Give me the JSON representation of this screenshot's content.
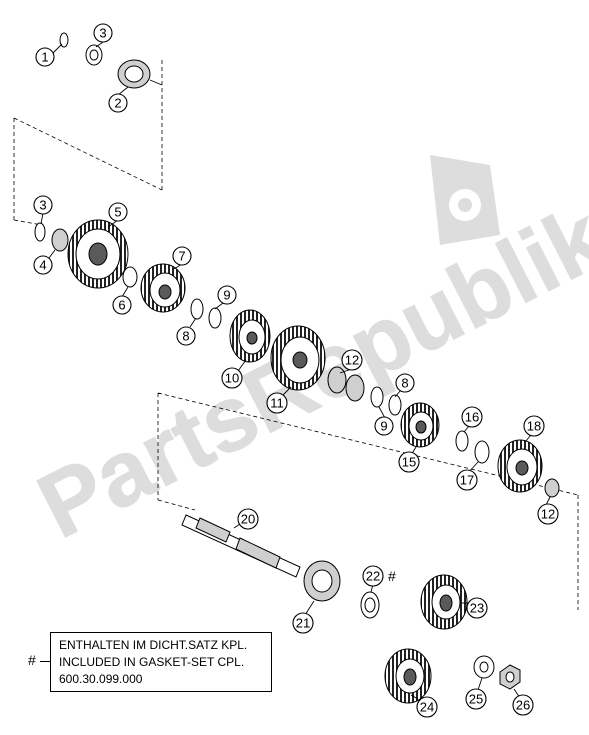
{
  "watermark": "PartsRepublik",
  "callouts": [
    {
      "id": "c1",
      "label": "1"
    },
    {
      "id": "c3a",
      "label": "3"
    },
    {
      "id": "c2",
      "label": "2"
    },
    {
      "id": "c3b",
      "label": "3"
    },
    {
      "id": "c5",
      "label": "5"
    },
    {
      "id": "c4",
      "label": "4"
    },
    {
      "id": "c7",
      "label": "7"
    },
    {
      "id": "c6",
      "label": "6"
    },
    {
      "id": "c9a",
      "label": "9"
    },
    {
      "id": "c8a",
      "label": "8"
    },
    {
      "id": "c12a",
      "label": "12"
    },
    {
      "id": "c10",
      "label": "10"
    },
    {
      "id": "c11",
      "label": "11"
    },
    {
      "id": "c8b",
      "label": "8"
    },
    {
      "id": "c9b",
      "label": "9"
    },
    {
      "id": "c16",
      "label": "16"
    },
    {
      "id": "c18",
      "label": "18"
    },
    {
      "id": "c15",
      "label": "15"
    },
    {
      "id": "c17",
      "label": "17"
    },
    {
      "id": "c12b",
      "label": "12"
    },
    {
      "id": "c20",
      "label": "20"
    },
    {
      "id": "c22",
      "label": "22"
    },
    {
      "id": "c23",
      "label": "23"
    },
    {
      "id": "c21",
      "label": "21"
    },
    {
      "id": "c24",
      "label": "24"
    },
    {
      "id": "c25",
      "label": "25"
    },
    {
      "id": "c26",
      "label": "26"
    }
  ],
  "hash_symbol": "#",
  "note": {
    "hash": "#",
    "lines": [
      "ENTHALTEN IM DICHT.SATZ KPL.",
      "INCLUDED IN GASKET-SET CPL.",
      "600.30.099.000"
    ]
  }
}
